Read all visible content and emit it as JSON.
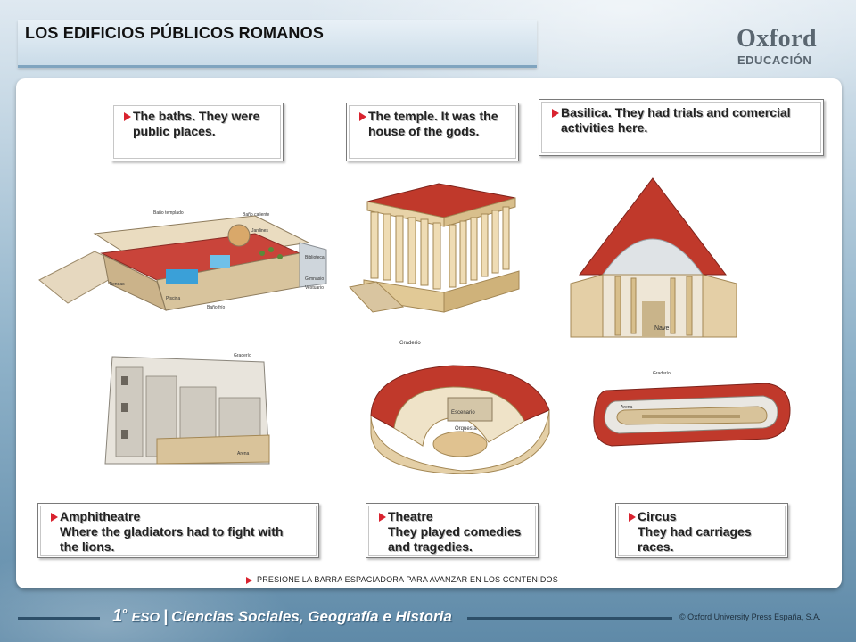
{
  "header": {
    "title": "LOS EDIFICIOS PÚBLICOS ROMANOS",
    "logo_name": "Oxford",
    "logo_sub": "EDUCACIÓN"
  },
  "callouts": {
    "baths": {
      "line1": "The baths. They were",
      "line2": "public places."
    },
    "temple": {
      "line1": "The temple. It was the",
      "line2": "house of the gods."
    },
    "basilica": {
      "line1": "Basilica. They had trials and comercial",
      "line2": "activities  here."
    },
    "amphitheatre": {
      "line1": "Amphitheatre",
      "line2": "Where the gladiators had to fight with",
      "line3": "the lions."
    },
    "theatre": {
      "line1": "Theatre",
      "line2": "They played  comedies",
      "line3": "and tragedies."
    },
    "circus": {
      "line1": "Circus",
      "line2": "They had carriages",
      "line3": "races."
    }
  },
  "illustrations": {
    "baths_labels": [
      "Baño templado",
      "Baño caliente",
      "Jardines",
      "Biblioteca",
      "Tiendas",
      "Gimnasio",
      "Vestuario",
      "Piscina",
      "Baño frío"
    ],
    "basilica_label": "Nave",
    "amphitheatre_labels": [
      "Graderío",
      "Arena"
    ],
    "theatre_labels": [
      "Graderío",
      "Escenario",
      "Orquesta"
    ],
    "circus_labels": [
      "Graderío",
      "Arena"
    ]
  },
  "hint": "PRESIONE LA BARRA ESPACIADORA PARA AVANZAR EN LOS CONTENIDOS",
  "footer": {
    "course": "1",
    "course_sup": "º",
    "level": "ESO",
    "separator": "|",
    "subject": "Ciencias Sociales, Geografía e Historia",
    "copyright": "© Oxford University Press España, S.A."
  },
  "colors": {
    "bullet": "#d9232f",
    "roof": "#c0392b",
    "stone": "#e8d3a8"
  }
}
